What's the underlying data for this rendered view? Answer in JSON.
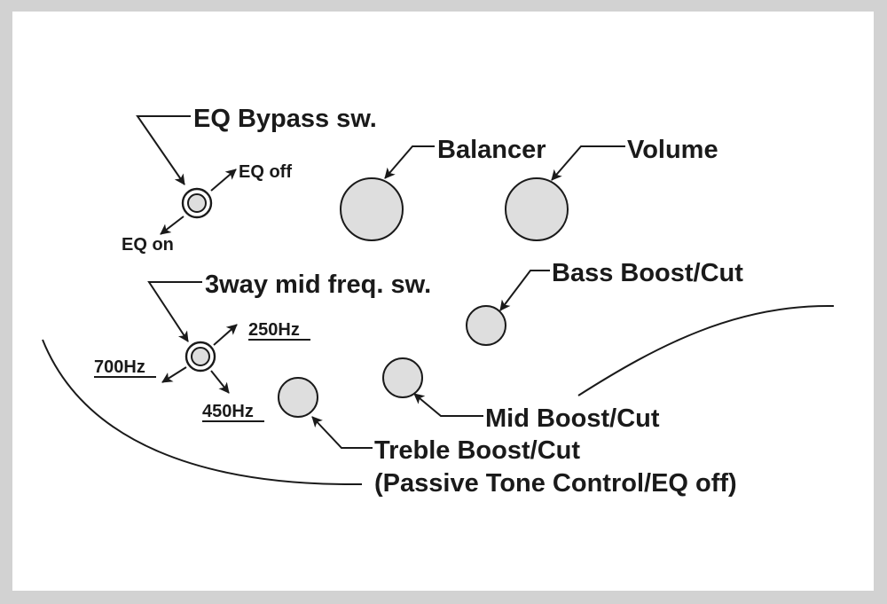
{
  "labels": {
    "eq_bypass": "EQ Bypass sw.",
    "eq_off": "EQ off",
    "eq_on": "EQ on",
    "balancer": "Balancer",
    "volume": "Volume",
    "mid_freq_switch": "3way mid freq. sw.",
    "freq_250": "250Hz",
    "freq_700": "700Hz",
    "freq_450": "450Hz",
    "bass": "Bass Boost/Cut",
    "mid": "Mid Boost/Cut",
    "treble": "Treble Boost/Cut",
    "treble_note": "(Passive Tone Control/EQ off)"
  },
  "icons": {
    "arrowhead": "arrowhead-icon"
  },
  "colors": {
    "background": "#d2d2d2",
    "panel": "#ffffff",
    "knob_fill": "#dedede",
    "line": "#1a1a1a"
  }
}
